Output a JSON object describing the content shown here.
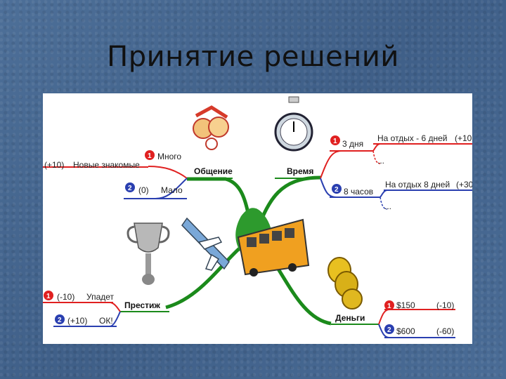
{
  "slide": {
    "title": "Принятие решений"
  },
  "map": {
    "obshenie": {
      "label": "Общение",
      "b1": {
        "num": "1",
        "label": "Много",
        "detail": "Новые знакомые",
        "value": "(+10)"
      },
      "b2": {
        "num": "2",
        "label": "Мало",
        "value": "(0)"
      }
    },
    "vremya": {
      "label": "Время",
      "b1": {
        "num": "1",
        "label": "3 дня",
        "detail": "На отдых - 6 дней",
        "value": "(+10",
        "more": "..."
      },
      "b2": {
        "num": "2",
        "label": "8 часов",
        "detail": "На отдых 8 дней",
        "value": "(+30",
        "more": "..."
      }
    },
    "prestizh": {
      "label": "Престиж",
      "b1": {
        "num": "1",
        "value": "(-10)",
        "label": "Упадет"
      },
      "b2": {
        "num": "2",
        "value": "(+10)",
        "label": "ОК!"
      }
    },
    "dengi": {
      "label": "Деньги",
      "b1": {
        "num": "1",
        "label": "$150",
        "value": "(-10)"
      },
      "b2": {
        "num": "2",
        "label": "$600",
        "value": "(-60)"
      }
    }
  },
  "colors": {
    "red": "#e02020",
    "blue": "#2a3fb0",
    "green": "#1b8a1b",
    "bus": "#f0a020"
  }
}
